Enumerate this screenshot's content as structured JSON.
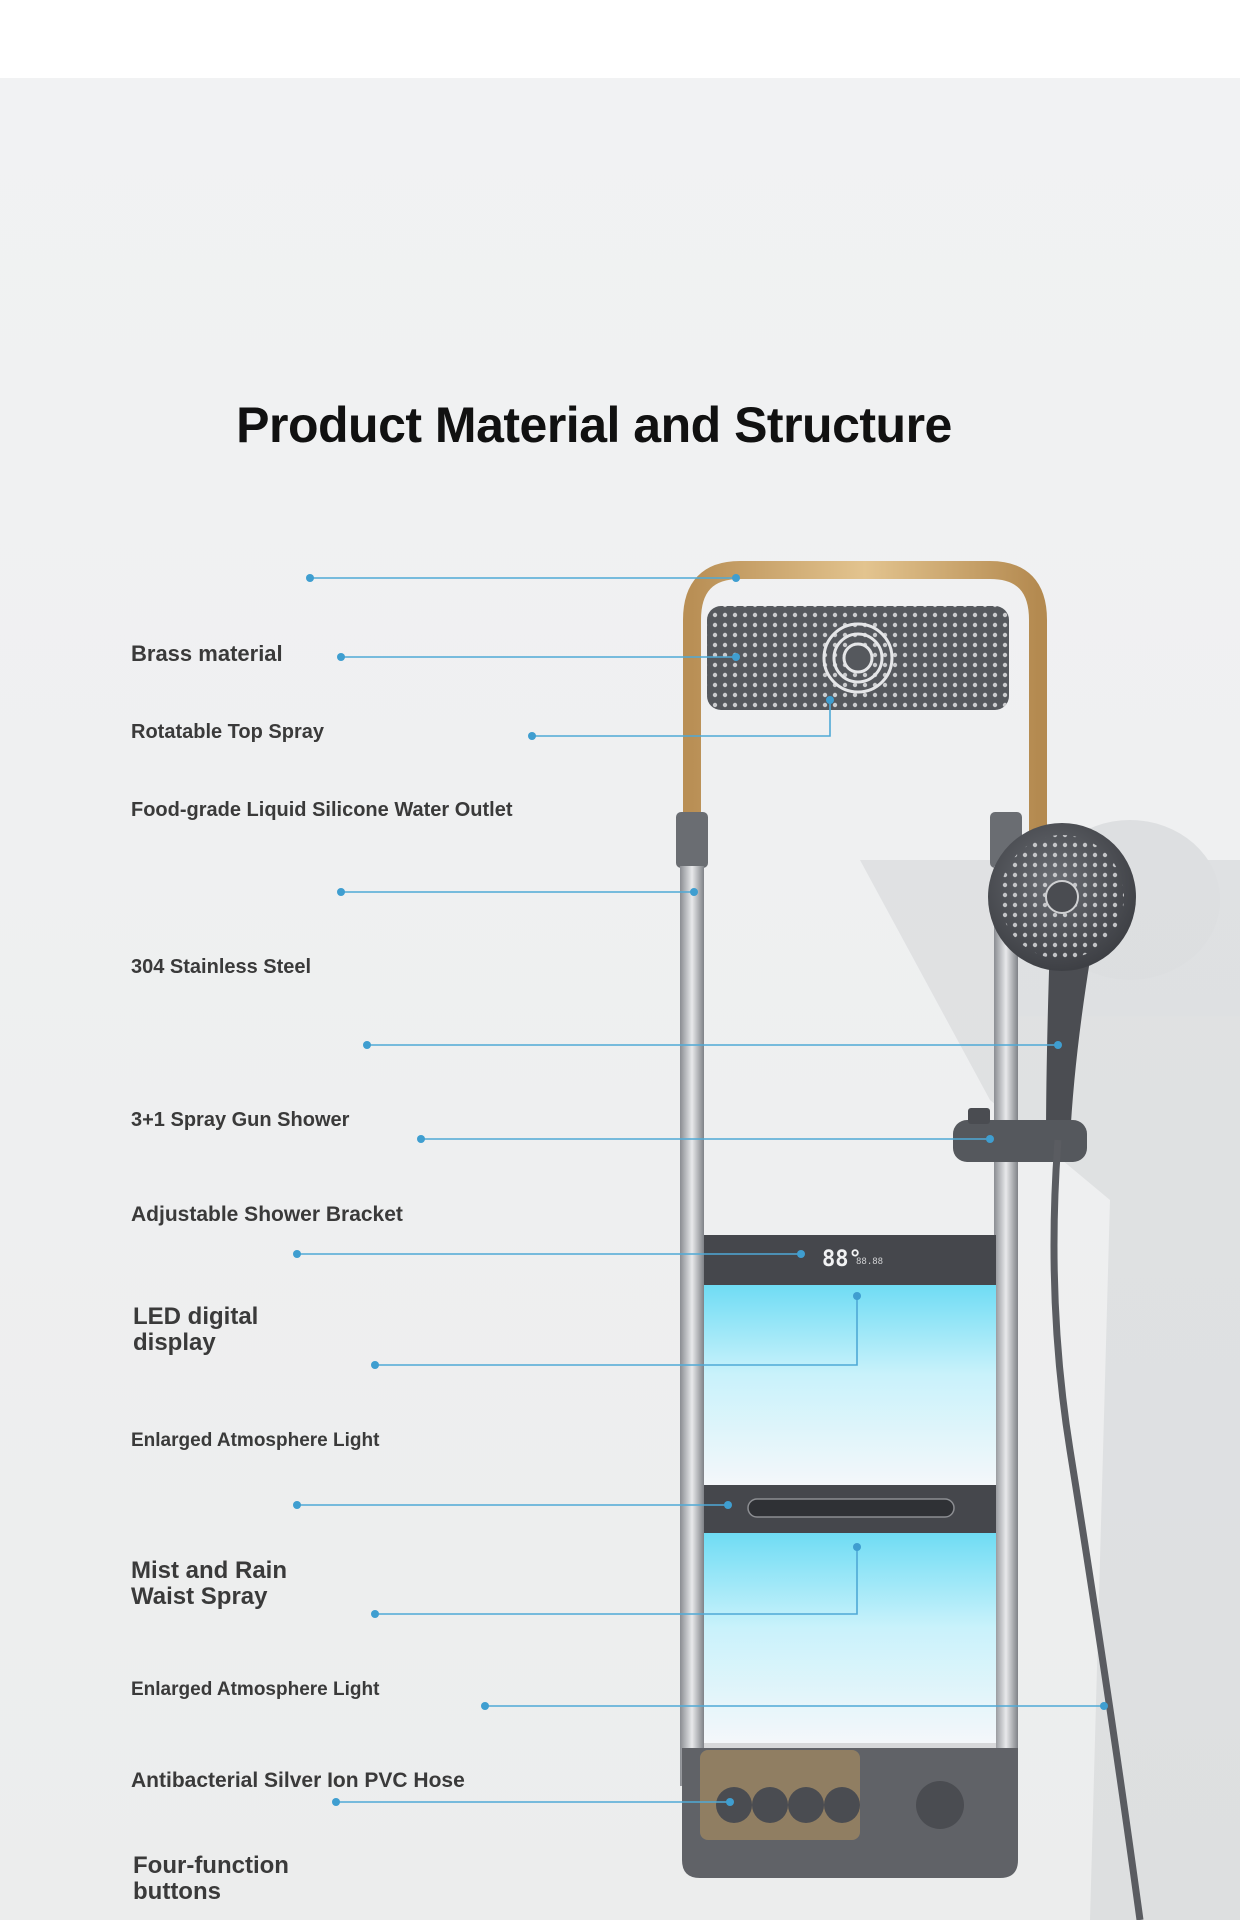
{
  "page": {
    "title": "Product Material and Structure"
  },
  "display": {
    "digits": "88°",
    "sub_text": "88.88"
  },
  "annotations": [
    {
      "id": "brass-material",
      "text": "Brass material"
    },
    {
      "id": "rotatable-top-spray",
      "text": "Rotatable Top Spray"
    },
    {
      "id": "silicone-outlet",
      "text": "Food-grade Liquid Silicone Water Outlet"
    },
    {
      "id": "stainless-steel",
      "text": "304 Stainless Steel"
    },
    {
      "id": "spray-gun",
      "text": "3+1 Spray Gun Shower"
    },
    {
      "id": "shower-bracket",
      "text": "Adjustable Shower Bracket"
    },
    {
      "id": "led-display",
      "text": "LED digital display"
    },
    {
      "id": "atmosphere-light-1",
      "text": "Enlarged Atmosphere Light"
    },
    {
      "id": "waist-spray",
      "text": "Mist and Rain Waist Spray"
    },
    {
      "id": "atmosphere-light-2",
      "text": "Enlarged Atmosphere Light"
    },
    {
      "id": "pvc-hose",
      "text": "Antibacterial Silver Ion PVC Hose"
    },
    {
      "id": "function-buttons",
      "text": "Four-function buttons"
    }
  ],
  "colors": {
    "background": "#eeeff0",
    "brass": "#c9a46a",
    "panel_dark": "#5b5d62",
    "leader_line": "#4fa9d6",
    "glow": "#7fe0f5"
  }
}
